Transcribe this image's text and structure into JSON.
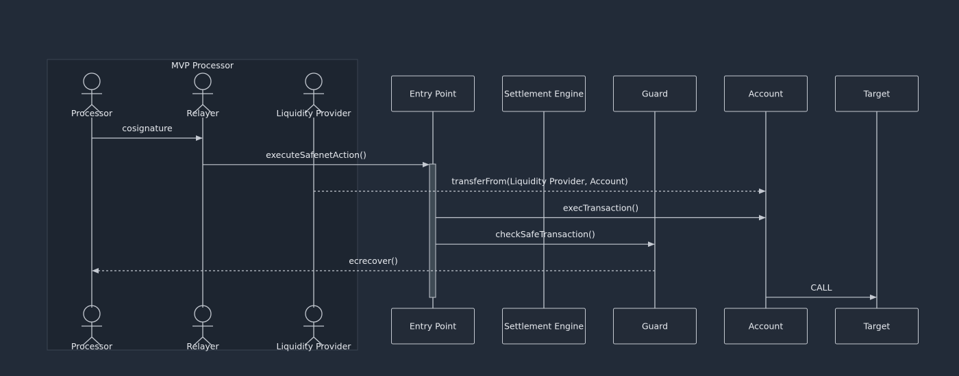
{
  "group": {
    "label": "MVP Processor"
  },
  "actors": [
    {
      "id": "processor",
      "label": "Processor"
    },
    {
      "id": "relayer",
      "label": "Relayer"
    },
    {
      "id": "liquidity_provider",
      "label": "Liquidity Provider"
    }
  ],
  "participants": [
    {
      "id": "entry_point",
      "label": "Entry Point"
    },
    {
      "id": "settlement_engine",
      "label": "Settlement Engine"
    },
    {
      "id": "guard",
      "label": "Guard"
    },
    {
      "id": "account",
      "label": "Account"
    },
    {
      "id": "target",
      "label": "Target"
    }
  ],
  "messages": [
    {
      "from": "processor",
      "to": "relayer",
      "label": "cosignature",
      "style": "solid"
    },
    {
      "from": "relayer",
      "to": "entry_point",
      "label": "executeSafenetAction()",
      "style": "solid"
    },
    {
      "from": "liquidity_provider",
      "to": "account",
      "label": "transferFrom(Liquidity Provider, Account)",
      "style": "dotted"
    },
    {
      "from": "entry_point",
      "to": "account",
      "label": "execTransaction()",
      "style": "solid"
    },
    {
      "from": "entry_point",
      "to": "guard",
      "label": "checkSafeTransaction()",
      "style": "solid"
    },
    {
      "from": "guard",
      "to": "processor",
      "label": "ecrecover()",
      "style": "dotted"
    },
    {
      "from": "account",
      "to": "target",
      "label": "CALL",
      "style": "solid"
    }
  ],
  "activation": {
    "on": "entry_point"
  },
  "colors": {
    "background": "#222b38",
    "line": "#c4c9d1",
    "text": "#e6e9ee",
    "group_fill": "#1d2530"
  }
}
